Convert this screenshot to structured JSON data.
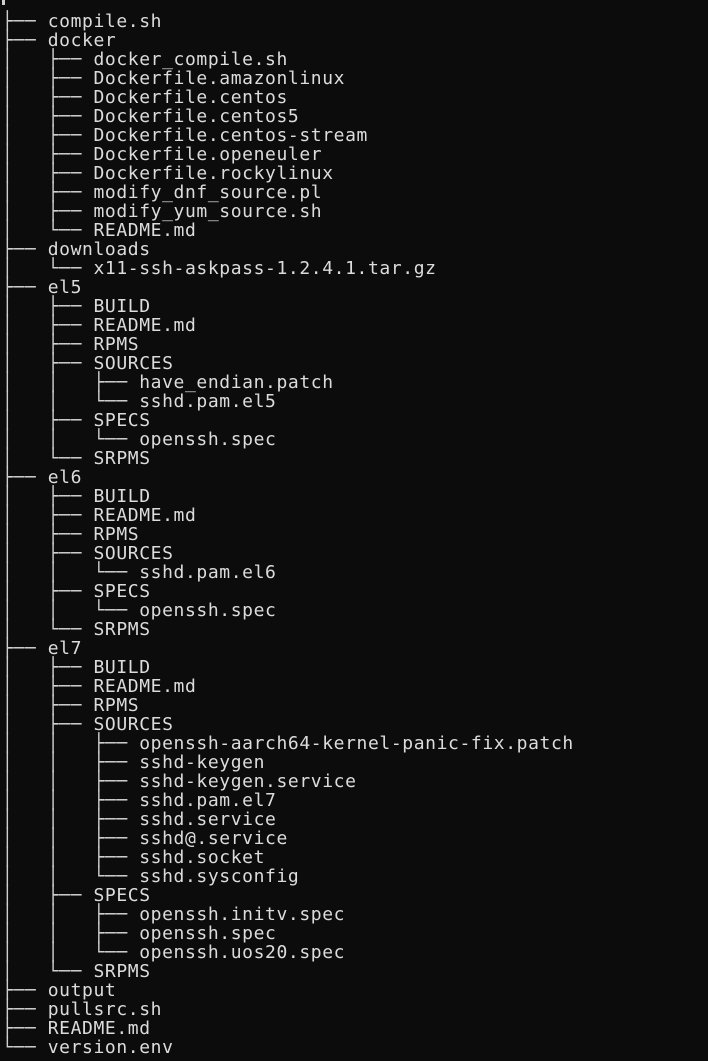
{
  "terminal": {
    "lines": [
      {
        "prefix": "├── ",
        "name": "compile.sh"
      },
      {
        "prefix": "├── ",
        "name": "docker"
      },
      {
        "prefix": "│   ├── ",
        "name": "docker_compile.sh"
      },
      {
        "prefix": "│   ├── ",
        "name": "Dockerfile.amazonlinux"
      },
      {
        "prefix": "│   ├── ",
        "name": "Dockerfile.centos"
      },
      {
        "prefix": "│   ├── ",
        "name": "Dockerfile.centos5"
      },
      {
        "prefix": "│   ├── ",
        "name": "Dockerfile.centos-stream"
      },
      {
        "prefix": "│   ├── ",
        "name": "Dockerfile.openeuler"
      },
      {
        "prefix": "│   ├── ",
        "name": "Dockerfile.rockylinux"
      },
      {
        "prefix": "│   ├── ",
        "name": "modify_dnf_source.pl"
      },
      {
        "prefix": "│   ├── ",
        "name": "modify_yum_source.sh"
      },
      {
        "prefix": "│   └── ",
        "name": "README.md"
      },
      {
        "prefix": "├── ",
        "name": "downloads"
      },
      {
        "prefix": "│   └── ",
        "name": "x11-ssh-askpass-1.2.4.1.tar.gz"
      },
      {
        "prefix": "├── ",
        "name": "el5"
      },
      {
        "prefix": "│   ├── ",
        "name": "BUILD"
      },
      {
        "prefix": "│   ├── ",
        "name": "README.md"
      },
      {
        "prefix": "│   ├── ",
        "name": "RPMS"
      },
      {
        "prefix": "│   ├── ",
        "name": "SOURCES"
      },
      {
        "prefix": "│   │   ├── ",
        "name": "have_endian.patch"
      },
      {
        "prefix": "│   │   └── ",
        "name": "sshd.pam.el5"
      },
      {
        "prefix": "│   ├── ",
        "name": "SPECS"
      },
      {
        "prefix": "│   │   └── ",
        "name": "openssh.spec"
      },
      {
        "prefix": "│   └── ",
        "name": "SRPMS"
      },
      {
        "prefix": "├── ",
        "name": "el6"
      },
      {
        "prefix": "│   ├── ",
        "name": "BUILD"
      },
      {
        "prefix": "│   ├── ",
        "name": "README.md"
      },
      {
        "prefix": "│   ├── ",
        "name": "RPMS"
      },
      {
        "prefix": "│   ├── ",
        "name": "SOURCES"
      },
      {
        "prefix": "│   │   └── ",
        "name": "sshd.pam.el6"
      },
      {
        "prefix": "│   ├── ",
        "name": "SPECS"
      },
      {
        "prefix": "│   │   └── ",
        "name": "openssh.spec"
      },
      {
        "prefix": "│   └── ",
        "name": "SRPMS"
      },
      {
        "prefix": "├── ",
        "name": "el7"
      },
      {
        "prefix": "│   ├── ",
        "name": "BUILD"
      },
      {
        "prefix": "│   ├── ",
        "name": "README.md"
      },
      {
        "prefix": "│   ├── ",
        "name": "RPMS"
      },
      {
        "prefix": "│   ├── ",
        "name": "SOURCES"
      },
      {
        "prefix": "│   │   ├── ",
        "name": "openssh-aarch64-kernel-panic-fix.patch"
      },
      {
        "prefix": "│   │   ├── ",
        "name": "sshd-keygen"
      },
      {
        "prefix": "│   │   ├── ",
        "name": "sshd-keygen.service"
      },
      {
        "prefix": "│   │   ├── ",
        "name": "sshd.pam.el7"
      },
      {
        "prefix": "│   │   ├── ",
        "name": "sshd.service"
      },
      {
        "prefix": "│   │   ├── ",
        "name": "sshd@.service"
      },
      {
        "prefix": "│   │   ├── ",
        "name": "sshd.socket"
      },
      {
        "prefix": "│   │   └── ",
        "name": "sshd.sysconfig"
      },
      {
        "prefix": "│   ├── ",
        "name": "SPECS"
      },
      {
        "prefix": "│   │   ├── ",
        "name": "openssh.initv.spec"
      },
      {
        "prefix": "│   │   ├── ",
        "name": "openssh.spec"
      },
      {
        "prefix": "│   │   └── ",
        "name": "openssh.uos20.spec"
      },
      {
        "prefix": "│   └── ",
        "name": "SRPMS"
      },
      {
        "prefix": "├── ",
        "name": "output"
      },
      {
        "prefix": "├── ",
        "name": "pullsrc.sh"
      },
      {
        "prefix": "├── ",
        "name": "README.md"
      },
      {
        "prefix": "└── ",
        "name": "version.env"
      }
    ]
  }
}
